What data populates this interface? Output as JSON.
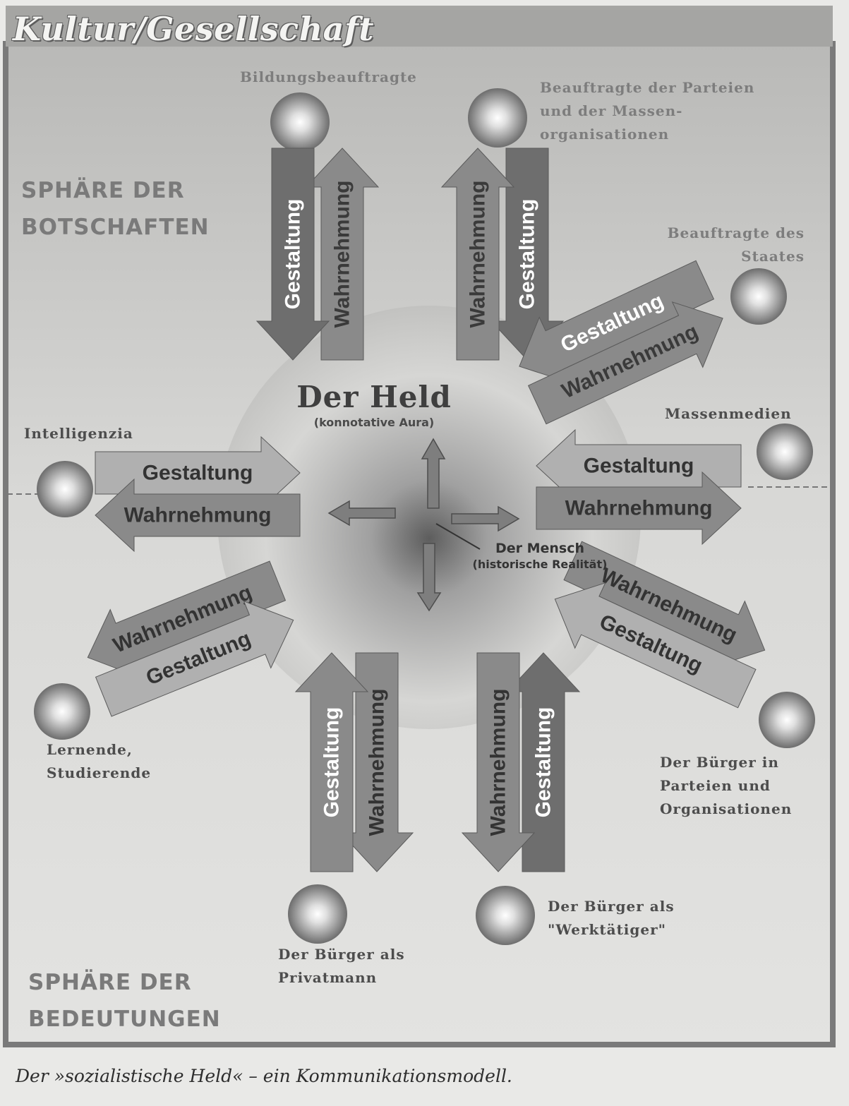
{
  "title": "Kultur/Gesellschaft",
  "spheres": {
    "top": [
      "SPHÄRE DER",
      "BOTSCHAFTEN"
    ],
    "bottom": [
      "SPHÄRE DER",
      "BEDEUTUNGEN"
    ]
  },
  "center": {
    "held_title": "Der Held",
    "held_subtitle": "(konnotative Aura)",
    "mensch_title": "Der Mensch",
    "mensch_subtitle": "(historische Realität)"
  },
  "arrow_labels": {
    "design": "Gestaltung",
    "perception": "Wahrnehmung"
  },
  "nodes": [
    {
      "id": "bildung",
      "label": "Bildungsbeauftragte"
    },
    {
      "id": "parteien",
      "label": "Beauftragte der Parteien\nund der Massen-\norganisationen"
    },
    {
      "id": "staat",
      "label": "Beauftragte des\nStaates"
    },
    {
      "id": "medien",
      "label": "Massenmedien"
    },
    {
      "id": "intelligenz",
      "label": "Intelligenzia"
    },
    {
      "id": "lernende",
      "label": "Lernende,\nStudierende"
    },
    {
      "id": "buerger-org",
      "label": "Der Bürger in\nParteien und\nOrganisationen"
    },
    {
      "id": "privat",
      "label": "Der Bürger als\nPrivatmann"
    },
    {
      "id": "werk",
      "label": "Der Bürger als\n\"Werktätiger\""
    }
  ],
  "caption": "Der »sozialistische Held« – ein Kommunikationsmodell.",
  "colors": {
    "panel": "#cfcfcd",
    "frame": "#7a7a7a",
    "arrow_dark": "#6e6e6e",
    "arrow_mid": "#8a8a8a",
    "arrow_light": "#b0b0b0",
    "text": "#333333"
  }
}
